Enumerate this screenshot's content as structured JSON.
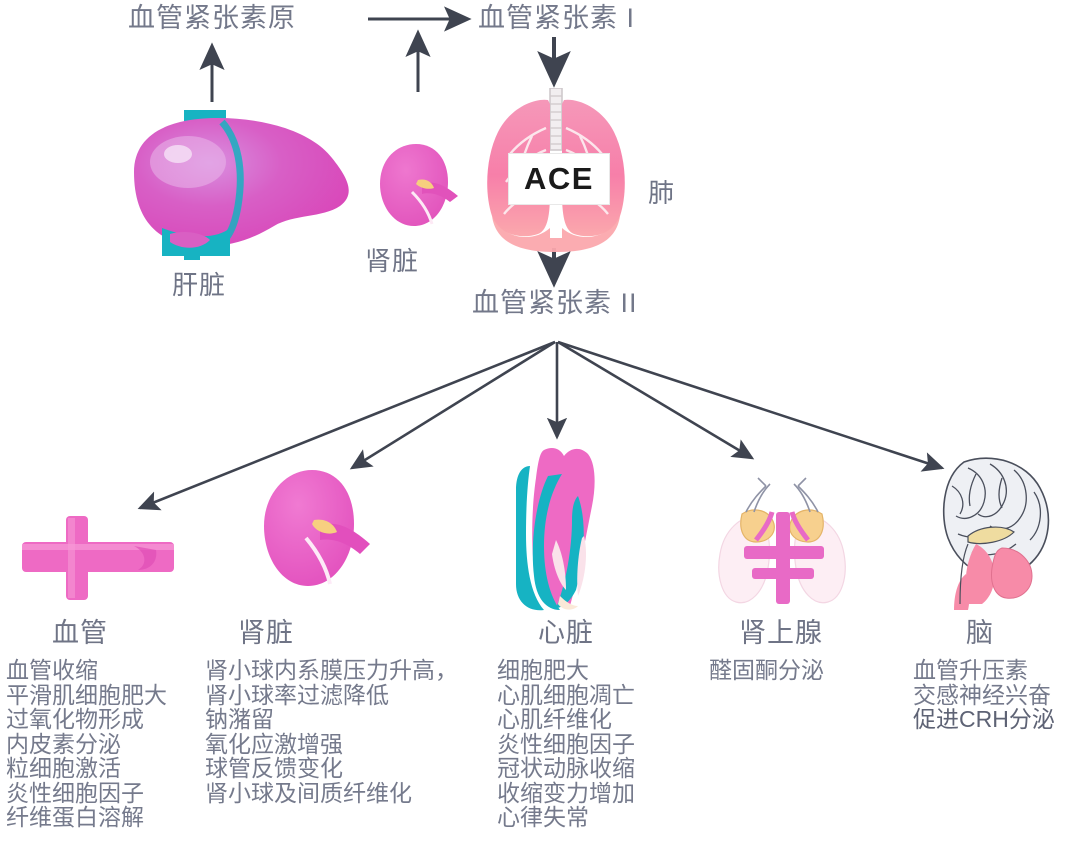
{
  "diagram": {
    "title_nodes": {
      "angiotensinogen": "血管紧张素原",
      "angiotensin_1": "血管紧张素 I",
      "angiotensin_2": "血管紧张素 II"
    },
    "enzyme_box": "ACE",
    "organs_top": [
      {
        "name": "liver",
        "label": "肝脏"
      },
      {
        "name": "kidney",
        "label": "肾脏"
      },
      {
        "name": "lung",
        "label": "肺"
      }
    ],
    "targets": [
      {
        "name": "vessel",
        "header": "血管",
        "effects": [
          "血管收缩",
          "平滑肌细胞肥大",
          "过氧化物形成",
          "内皮素分泌",
          "粒细胞激活",
          "炎性细胞因子",
          "纤维蛋白溶解"
        ]
      },
      {
        "name": "kidney",
        "header": "肾脏",
        "effects": [
          "肾小球内系膜压力升高，",
          "肾小球率过滤降低",
          "钠潴留",
          "氧化应激增强",
          "球管反馈变化",
          "肾小球及间质纤维化"
        ]
      },
      {
        "name": "heart",
        "header": "心脏",
        "effects": [
          "细胞肥大",
          "心肌细胞凋亡",
          "心肌纤维化",
          "炎性细胞因子",
          "冠状动脉收缩",
          "收缩变力增加",
          "心律失常"
        ]
      },
      {
        "name": "adrenal",
        "header": "肾上腺",
        "effects": [
          "醛固酮分泌"
        ]
      },
      {
        "name": "brain",
        "header": "脑",
        "effects": [
          "血管升压素",
          "交感神经兴奋",
          "促进CRH分泌"
        ]
      }
    ],
    "colors": {
      "arrow": "#3f4450",
      "text": "#6f7486",
      "organ_magenta": "#e85fc0",
      "organ_pink": "#f78fb3",
      "organ_teal": "#16b5c4",
      "organ_cream": "#f3d9a0",
      "background": "#ffffff"
    }
  }
}
